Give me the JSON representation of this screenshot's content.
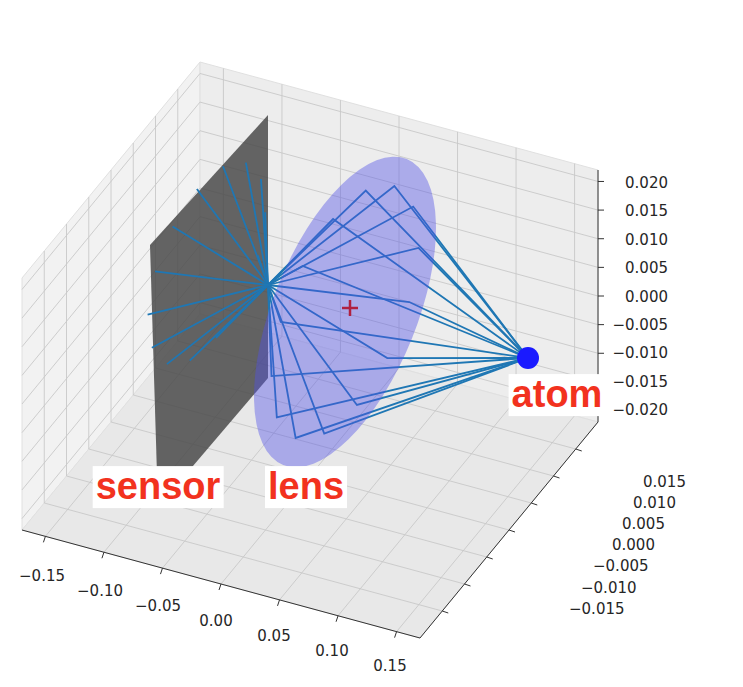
{
  "diagram": {
    "labels": [
      "0.020",
      "0.015",
      "0.010",
      "0.005",
      "0.000",
      "−0.005",
      "−0.010",
      "−0.015",
      "−0.020",
      "sensor",
      "lens",
      "atom",
      "−0.15",
      "−0.10",
      "−0.05",
      "0.00",
      "0.05",
      "0.10",
      "0.15",
      "0.015",
      "0.010",
      "0.005",
      "0.000",
      "−0.005",
      "−0.010",
      "−0.015"
    ]
  }
}
